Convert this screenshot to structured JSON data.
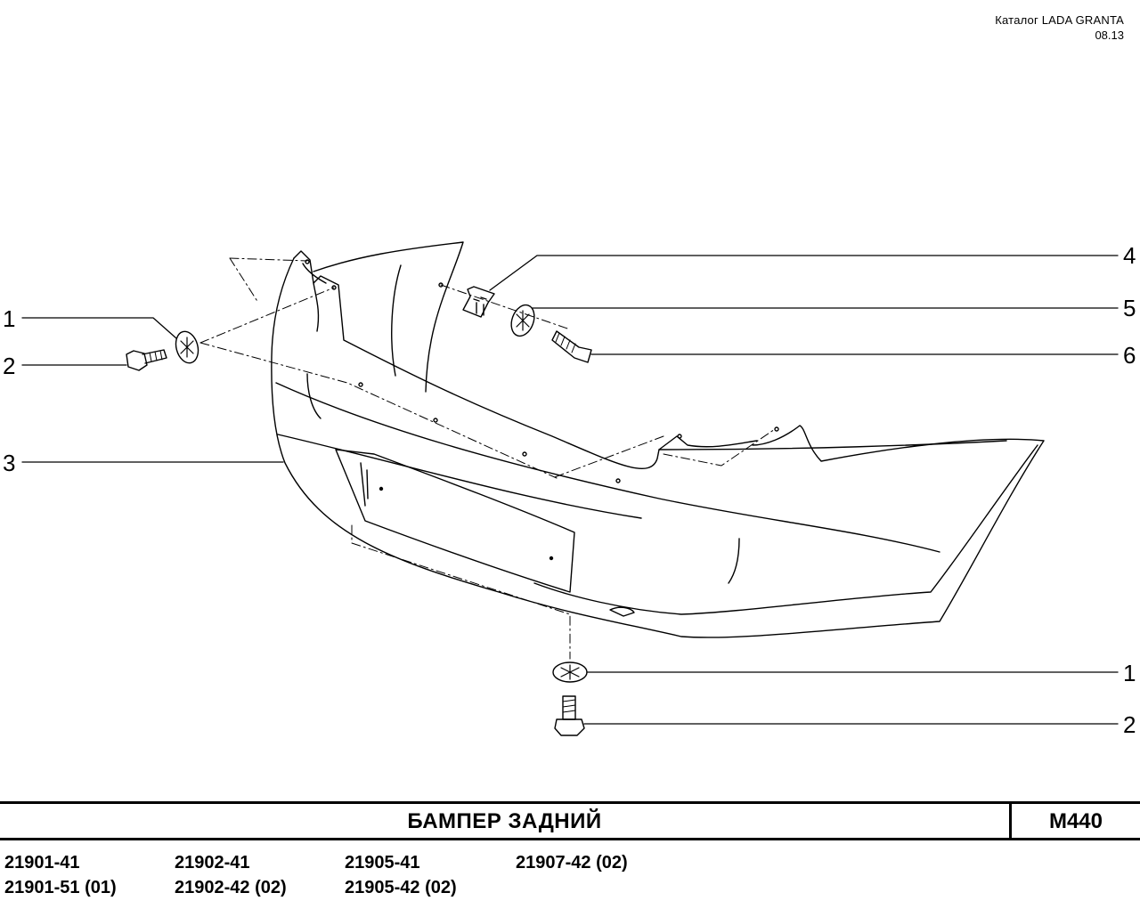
{
  "header": {
    "catalog": "Каталог  LADA  GRANTA",
    "date": "08.13"
  },
  "callouts": [
    {
      "id": "left-1",
      "label": "1"
    },
    {
      "id": "left-2",
      "label": "2"
    },
    {
      "id": "left-3",
      "label": "3"
    },
    {
      "id": "right-4",
      "label": "4"
    },
    {
      "id": "right-5",
      "label": "5"
    },
    {
      "id": "right-6",
      "label": "6"
    },
    {
      "id": "right-1",
      "label": "1"
    },
    {
      "id": "right-2",
      "label": "2"
    }
  ],
  "title_bar": {
    "title": "БАМПЕР   ЗАДНИЙ",
    "code": "М440"
  },
  "models": [
    [
      "21901-41",
      "21901-51 (01)"
    ],
    [
      "21902-41",
      "21902-42 (02)"
    ],
    [
      "21905-41",
      "21905-42 (02)"
    ],
    [
      "21907-42 (02)"
    ]
  ]
}
